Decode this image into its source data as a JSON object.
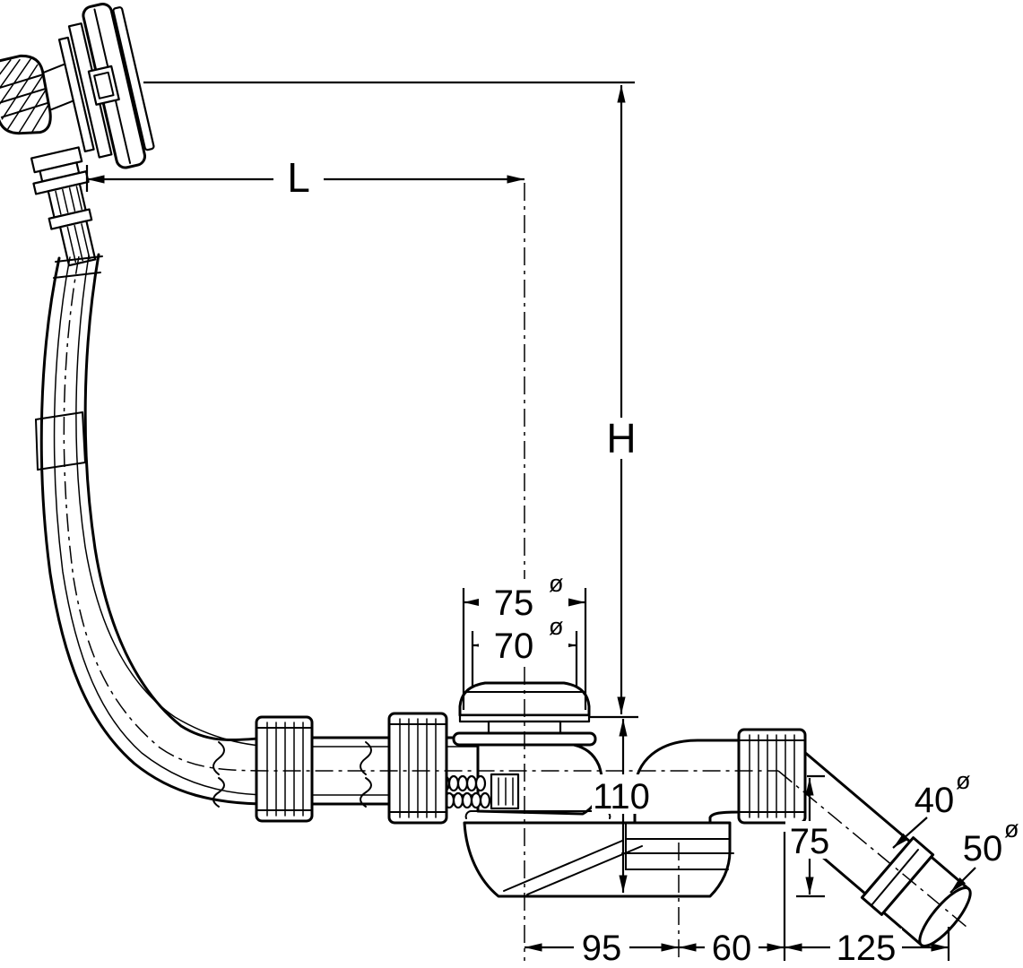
{
  "drawing": {
    "description": "Technical dimensioned line drawing of a bath waste, overflow and filler fitting with flexible hose, plug drain valve and angled outlet pipe",
    "colors": {
      "line": "#000000",
      "background": "#ffffff"
    },
    "labels": {
      "length_label": "L",
      "height_label": "H",
      "dia_symbol": "ø",
      "plug_outer_dia": "75",
      "plug_seat_dia": "70",
      "body_height": "110",
      "outlet_drop": "75",
      "outlet_dia_small": "40",
      "outlet_dia_large": "50",
      "span_a": "95",
      "span_b": "60",
      "span_c": "125"
    }
  }
}
